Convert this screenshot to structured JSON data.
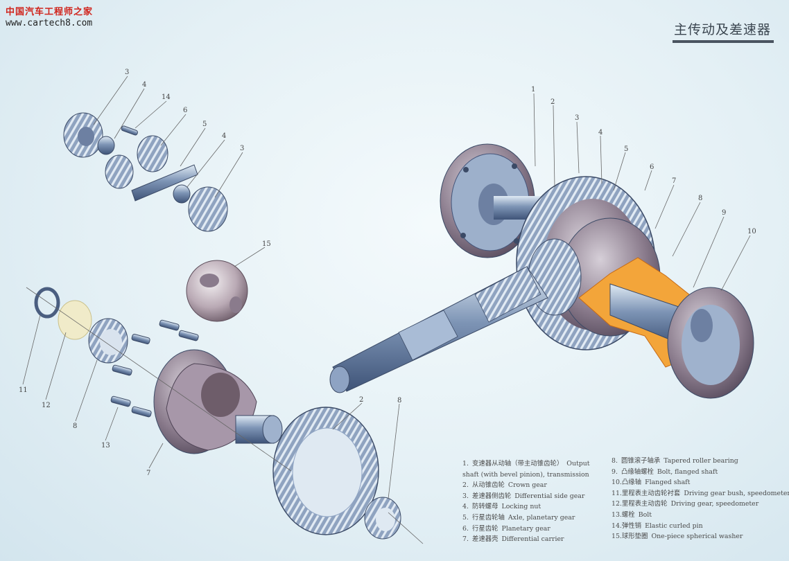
{
  "watermark": {
    "site_name": "中国汽车工程师之家",
    "url": "www.cartech8.com"
  },
  "title": "主传动及差速器",
  "callouts": {
    "assembly": [
      "1",
      "2",
      "3",
      "4",
      "5",
      "6",
      "7",
      "8",
      "9",
      "10"
    ],
    "exploded": [
      "3",
      "4",
      "14",
      "6",
      "5",
      "4",
      "3",
      "15",
      "11",
      "12",
      "8",
      "13",
      "7",
      "2",
      "8"
    ]
  },
  "legend": [
    {
      "num": "1.",
      "zh": "变速器从动轴（带主动锥齿轮）",
      "en": "Output",
      "cont": "shaft (with bevel pinion), transmission"
    },
    {
      "num": "2.",
      "zh": "从动锥齿轮",
      "en": "Crown gear"
    },
    {
      "num": "3.",
      "zh": "差速器侧齿轮",
      "en": "Differential side gear"
    },
    {
      "num": "4.",
      "zh": "防转螺母",
      "en": "Locking nut"
    },
    {
      "num": "5.",
      "zh": "行星齿轮轴",
      "en": "Axle, planetary gear"
    },
    {
      "num": "6.",
      "zh": "行星齿轮",
      "en": "Planetary gear"
    },
    {
      "num": "7.",
      "zh": "差速器壳",
      "en": "Differential carrier"
    },
    {
      "num": "8.",
      "zh": "圆锥滚子轴承",
      "en": "Tapered roller bearing"
    },
    {
      "num": "9.",
      "zh": "凸缘轴螺栓",
      "en": "Bolt, flanged shaft"
    },
    {
      "num": "10.",
      "zh": "凸缘轴",
      "en": "Flanged shaft"
    },
    {
      "num": "11.",
      "zh": "里程表主动齿轮衬套",
      "en": "Driving gear bush, speedometer"
    },
    {
      "num": "12.",
      "zh": "里程表主动齿轮",
      "en": "Driving gear, speedometer"
    },
    {
      "num": "13.",
      "zh": "螺栓",
      "en": "Bolt"
    },
    {
      "num": "14.",
      "zh": "弹性销",
      "en": "Elastic curled pin"
    },
    {
      "num": "15.",
      "zh": "球形垫圈",
      "en": "One-piece spherical washer"
    }
  ]
}
